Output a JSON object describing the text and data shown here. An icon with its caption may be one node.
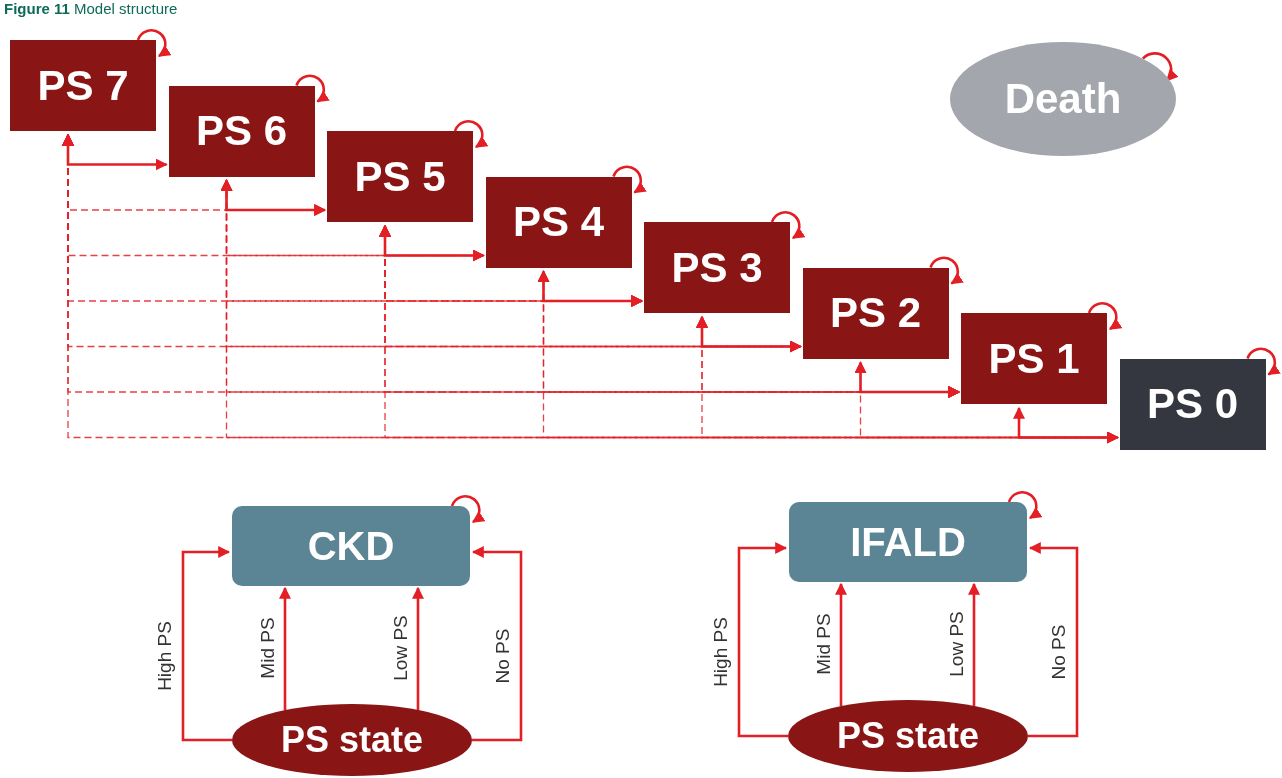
{
  "diagram": {
    "title": "**Figure 11** Model structure",
    "nodes": [
      {
        "text": [
          "PS 7"
        ]
      },
      {
        "text": [
          "PS 6"
        ]
      },
      {
        "text": [
          "PS 5"
        ]
      },
      {
        "text": [
          "PS 4"
        ]
      },
      {
        "text": [
          "PS 3"
        ]
      },
      {
        "text": [
          "PS 2"
        ]
      },
      {
        "text": [
          "PS 1"
        ]
      },
      {
        "text": [
          "PS 0"
        ]
      },
      {
        "text": [
          "Death"
        ]
      },
      {
        "text": [
          "CKD"
        ]
      },
      {
        "text": [
          "PS state"
        ]
      },
      {
        "text": [
          "IFALD"
        ]
      },
      {
        "text": [
          "PS state"
        ]
      }
    ],
    "edges": [
      {
        "from": 0,
        "to": 0,
        "arrow": "to"
      },
      {
        "from": 1,
        "to": 1,
        "arrow": "to"
      },
      {
        "from": 2,
        "to": 2,
        "arrow": "to"
      },
      {
        "from": 3,
        "to": 3,
        "arrow": "to"
      },
      {
        "from": 4,
        "to": 4,
        "arrow": "to"
      },
      {
        "from": 5,
        "to": 5,
        "arrow": "to"
      },
      {
        "from": 6,
        "to": 6,
        "arrow": "to"
      },
      {
        "from": 7,
        "to": 7,
        "arrow": "to"
      },
      {
        "from": 8,
        "to": 8,
        "arrow": "to"
      },
      {
        "from": 0,
        "to": 2,
        "arrow": "both",
        "style": "dashed"
      },
      {
        "from": 0,
        "to": 3,
        "arrow": "both",
        "style": "dashed"
      },
      {
        "from": 1,
        "to": 3,
        "arrow": "both",
        "style": "dashed"
      },
      {
        "from": 0,
        "to": 4,
        "arrow": "both",
        "style": "dashed"
      },
      {
        "from": 1,
        "to": 4,
        "arrow": "both",
        "style": "dashed"
      },
      {
        "from": 2,
        "to": 4,
        "arrow": "both",
        "style": "dashed"
      },
      {
        "from": 0,
        "to": 5,
        "arrow": "both",
        "style": "dashed"
      },
      {
        "from": 1,
        "to": 5,
        "arrow": "both",
        "style": "dashed"
      },
      {
        "from": 2,
        "to": 5,
        "arrow": "both",
        "style": "dashed"
      },
      {
        "from": 3,
        "to": 5,
        "arrow": "both",
        "style": "dashed"
      },
      {
        "from": 0,
        "to": 6,
        "arrow": "both",
        "style": "dashed"
      },
      {
        "from": 1,
        "to": 6,
        "arrow": "both",
        "style": "dashed"
      },
      {
        "from": 2,
        "to": 6,
        "arrow": "both",
        "style": "dashed"
      },
      {
        "from": 3,
        "to": 6,
        "arrow": "both",
        "style": "dashed"
      },
      {
        "from": 4,
        "to": 6,
        "arrow": "both",
        "style": "dashed"
      },
      {
        "from": 0,
        "to": 7,
        "arrow": "both",
        "style": "dashed"
      },
      {
        "from": 1,
        "to": 7,
        "arrow": "both",
        "style": "dashed"
      },
      {
        "from": 2,
        "to": 7,
        "arrow": "both",
        "style": "dashed"
      },
      {
        "from": 3,
        "to": 7,
        "arrow": "both",
        "style": "dashed"
      },
      {
        "from": 4,
        "to": 7,
        "arrow": "both",
        "style": "dashed"
      },
      {
        "from": 5,
        "to": 7,
        "arrow": "both",
        "style": "dashed"
      },
      {
        "from": 0,
        "to": 1,
        "arrow": "both"
      },
      {
        "from": 1,
        "to": 2,
        "arrow": "both"
      },
      {
        "from": 2,
        "to": 3,
        "arrow": "both"
      },
      {
        "from": 3,
        "to": 4,
        "arrow": "both"
      },
      {
        "from": 4,
        "to": 5,
        "arrow": "both"
      },
      {
        "from": 5,
        "to": 6,
        "arrow": "both"
      },
      {
        "from": 6,
        "to": 7,
        "arrow": "both"
      },
      {
        "from": 9,
        "to": 9,
        "arrow": "to"
      },
      {
        "from": 10,
        "to": 9,
        "arrow": "to",
        "label": "High PS"
      },
      {
        "from": 10,
        "to": 9,
        "arrow": "to",
        "label": "Mid PS"
      },
      {
        "from": 10,
        "to": 9,
        "arrow": "to",
        "label": "Low PS"
      },
      {
        "from": 10,
        "to": 9,
        "arrow": "to",
        "label": "No PS"
      },
      {
        "from": 11,
        "to": 11,
        "arrow": "to"
      },
      {
        "from": 12,
        "to": 11,
        "arrow": "to",
        "label": "High PS"
      },
      {
        "from": 12,
        "to": 11,
        "arrow": "to",
        "label": "Mid PS"
      },
      {
        "from": 12,
        "to": 11,
        "arrow": "to",
        "label": "Low PS"
      },
      {
        "from": 12,
        "to": 11,
        "arrow": "to",
        "label": "No PS"
      }
    ]
  }
}
